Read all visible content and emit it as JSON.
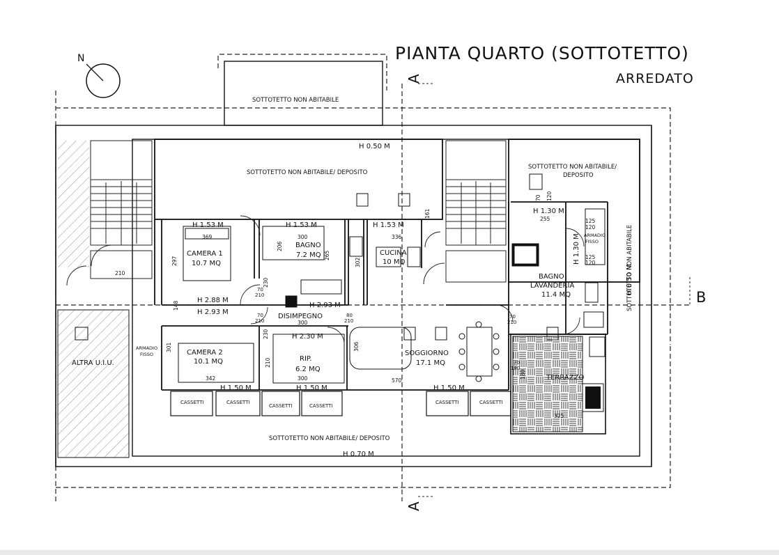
{
  "title": "PIANTA QUARTO (SOTTOTETTO)",
  "subtitle": "ARREDATO",
  "section_marks": {
    "a": "A",
    "b": "B"
  },
  "north_symbol": "N",
  "labels": {
    "attic_top": "SOTTOTETTO NON ABITABILE",
    "attic_main": "SOTTOTETTO NON ABITABILE/ DEPOSITO",
    "attic_right_1": "SOTTOTETTO NON ABITABILE/",
    "attic_right_2": "DEPOSITO",
    "attic_vertical": "SOTTOTETTO NON ABITABILE",
    "attic_bottom": "SOTTOTETTO NON ABITABILE/ DEPOSITO",
    "other_unit": "ALTRA U.I.U.",
    "wardrobe_left_1": "ARMADIO",
    "wardrobe_left_2": "FISSO",
    "wardrobe_right_1": "ARMADIO",
    "wardrobe_right_2": "FISSO"
  },
  "heights": {
    "h050_top": "H 0.50 M",
    "h050_right": "H 0.50 M",
    "h070": "H 0.70 M",
    "h153_camera": "H 1.53 M",
    "h153_bagno": "H 1.53 M",
    "h153_cucina": "H 1.53 M",
    "h130_lav": "H 1.30 M",
    "h130_vert": "H 1.30 M",
    "h288": "H 2.88 M",
    "h293a": "H 2.93 M",
    "h293b": "H 2.93 M",
    "h230": "H 2.30 M",
    "h150a": "H 1.50 M",
    "h150b": "H 1.50 M",
    "h150c": "H 1.50 M"
  },
  "rooms": {
    "camera1_name": "CAMERA 1",
    "camera1_area": "10.7 MQ",
    "bagno_name": "BAGNO",
    "bagno_area": "7.2 MQ",
    "cucina_name": "CUCINA",
    "cucina_area": "10 MQ",
    "bagno_lav_name_1": "BAGNO",
    "bagno_lav_name_2": "LAVANDERIA",
    "bagno_lav_area": "11.4 MQ",
    "disimpegno_name": "DISIMPEGNO",
    "camera2_name": "CAMERA 2",
    "camera2_area": "10.1 MQ",
    "rip_name": "RIP.",
    "rip_area": "6.2 MQ",
    "soggiorno_name": "SOGGIORNO",
    "soggiorno_area": "17.1 MQ",
    "terrazzo_name": "TERRAZZO"
  },
  "dimensions": {
    "d369": "369",
    "d300a": "300",
    "d336": "336",
    "d255": "255",
    "d210": "210",
    "d297": "297",
    "d206": "206",
    "d265": "265",
    "d302": "302",
    "d300b": "300",
    "d301": "301",
    "d342": "342",
    "d300c": "300",
    "d306": "306",
    "d570": "570",
    "d325": "325",
    "d125a": "125",
    "d120a": "120",
    "d125b": "125",
    "d120b": "120",
    "d70a": "70",
    "d120c": "120",
    "d161": "161",
    "d148": "148",
    "d230a": "230",
    "d230b": "230",
    "d210b": "210",
    "d180": "180"
  },
  "doors": {
    "door1_w": "70",
    "door1_h": "210",
    "door2_w": "70",
    "door2_h": "210",
    "door3_w": "80",
    "door3_h": "210",
    "door4_w": "70",
    "door4_h": "210",
    "door5_w": "70",
    "door5_h": "180"
  },
  "drawers": [
    "CASSETTI",
    "CASSETTI",
    "CASSETTI",
    "CASSETTI",
    "CASSETTI",
    "CASSETTI"
  ]
}
